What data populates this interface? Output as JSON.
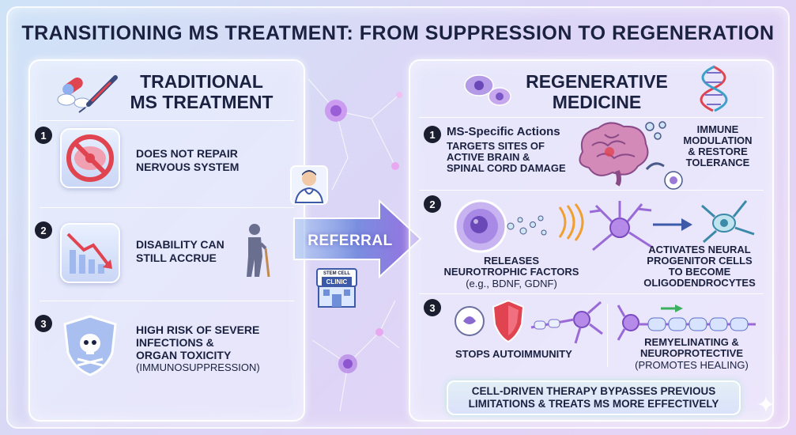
{
  "title": "TRANSITIONING MS TREATMENT: FROM SUPPRESSION TO REGENERATION",
  "left_panel": {
    "title_line1": "TRADITIONAL",
    "title_line2": "MS TREATMENT",
    "items": [
      {
        "number": "1",
        "text_line1": "DOES NOT REPAIR",
        "text_line2": "NERVOUS SYSTEM",
        "icon": "no-brain-icon"
      },
      {
        "number": "2",
        "text_line1": "DISABILITY CAN",
        "text_line2": "STILL ACCRUE",
        "icon": "declining-chart-icon"
      },
      {
        "number": "3",
        "text_line1": "HIGH RISK OF SEVERE",
        "text_line2": "INFECTIONS &",
        "text_line3": "ORGAN TOXICITY",
        "sub": "(IMMUNOSUPPRESSION)",
        "icon": "skull-shield-icon"
      }
    ]
  },
  "center": {
    "referral": "REFERRAL",
    "clinic_top": "STEM CELL",
    "clinic_bottom": "CLINIC"
  },
  "right_panel": {
    "title_line1": "REGENERATIVE",
    "title_line2": "MEDICINE",
    "item1": {
      "number": "1",
      "heading": "MS-Specific Actions",
      "text_line1": "TARGETS SITES OF",
      "text_line2": "ACTIVE BRAIN &",
      "text_line3": "SPINAL CORD DAMAGE",
      "side_line1": "IMMUNE",
      "side_line2": "MODULATION",
      "side_line3": "& RESTORE",
      "side_line4": "TOLERANCE"
    },
    "item2": {
      "number": "2",
      "left_line1": "RELEASES",
      "left_line2": "NEUROTROPHIC FACTORS",
      "left_sub": "(e.g., BDNF, GDNF)",
      "right_line1": "ACTIVATES NEURAL",
      "right_line2": "PROGENITOR CELLS",
      "right_line3": "TO BECOME",
      "right_line4": "OLIGODENDROCYTES"
    },
    "item3": {
      "number": "3",
      "left_text": "STOPS AUTOIMMUNITY",
      "right_line1": "REMYELINATING &",
      "right_line2": "NEUROPROTECTIVE",
      "right_sub": "(PROMOTES HEALING)"
    },
    "banner_line1": "CELL-DRIVEN THERAPY BYPASSES PREVIOUS",
    "banner_line2": "LIMITATIONS & TREATS MS MORE EFFECTIVELY"
  },
  "colors": {
    "accent_purple": "#7b5cd6",
    "alert_red": "#e04450",
    "dark_text": "#1b2140",
    "cyan_glow": "#7fe3e0"
  }
}
